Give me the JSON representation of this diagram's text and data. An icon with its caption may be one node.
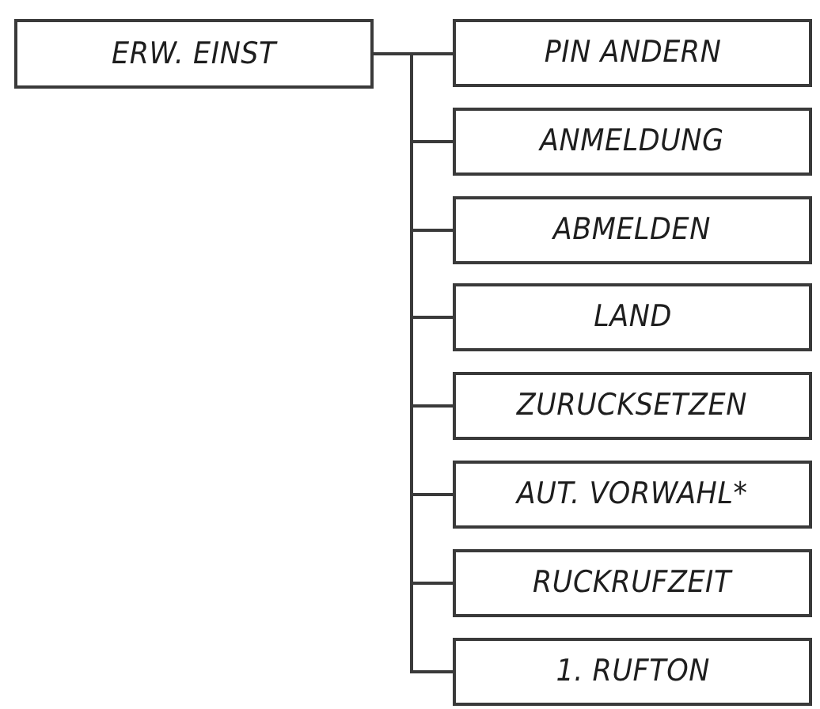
{
  "diagram": {
    "nodes": [
      {
        "text": [
          "ERW. EINST"
        ]
      },
      {
        "text": [
          "PIN ANDERN"
        ]
      },
      {
        "text": [
          "ANMELDUNG"
        ]
      },
      {
        "text": [
          "ABMELDEN"
        ]
      },
      {
        "text": [
          "LAND"
        ]
      },
      {
        "text": [
          "ZURUCKSETZEN"
        ]
      },
      {
        "text": [
          "AUT. VORWAHL*"
        ]
      },
      {
        "text": [
          "RUCKRUFZEIT"
        ]
      },
      {
        "text": [
          "1. RUFTON"
        ]
      }
    ],
    "edges": [
      {
        "from": 0,
        "to": 1,
        "arrow": "none"
      },
      {
        "from": 0,
        "to": 2,
        "arrow": "none"
      },
      {
        "from": 0,
        "to": 3,
        "arrow": "none"
      },
      {
        "from": 0,
        "to": 4,
        "arrow": "none"
      },
      {
        "from": 0,
        "to": 5,
        "arrow": "none"
      },
      {
        "from": 0,
        "to": 6,
        "arrow": "none"
      },
      {
        "from": 0,
        "to": 7,
        "arrow": "none"
      },
      {
        "from": 0,
        "to": 8,
        "arrow": "none"
      }
    ]
  }
}
